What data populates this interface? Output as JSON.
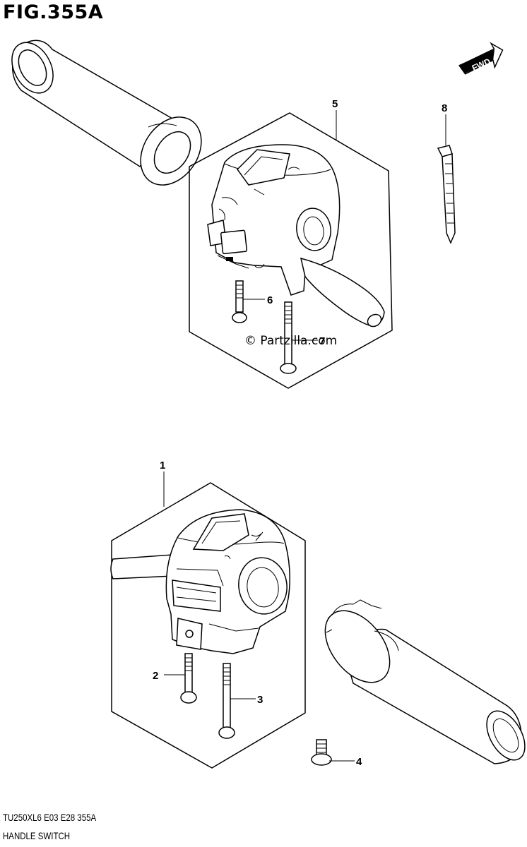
{
  "figure": {
    "title": "FIG.355A",
    "footer_code": "TU250XL6  E03  E28  355A",
    "footer_name": "HANDLE SWITCH",
    "watermark": "© Partzilla.com",
    "direction_label": "FWD"
  },
  "callouts": [
    {
      "id": "1",
      "label": "1"
    },
    {
      "id": "2",
      "label": "2"
    },
    {
      "id": "3",
      "label": "3"
    },
    {
      "id": "4",
      "label": "4"
    },
    {
      "id": "5",
      "label": "5"
    },
    {
      "id": "6",
      "label": "6"
    },
    {
      "id": "7",
      "label": "7"
    },
    {
      "id": "8",
      "label": "8"
    }
  ]
}
